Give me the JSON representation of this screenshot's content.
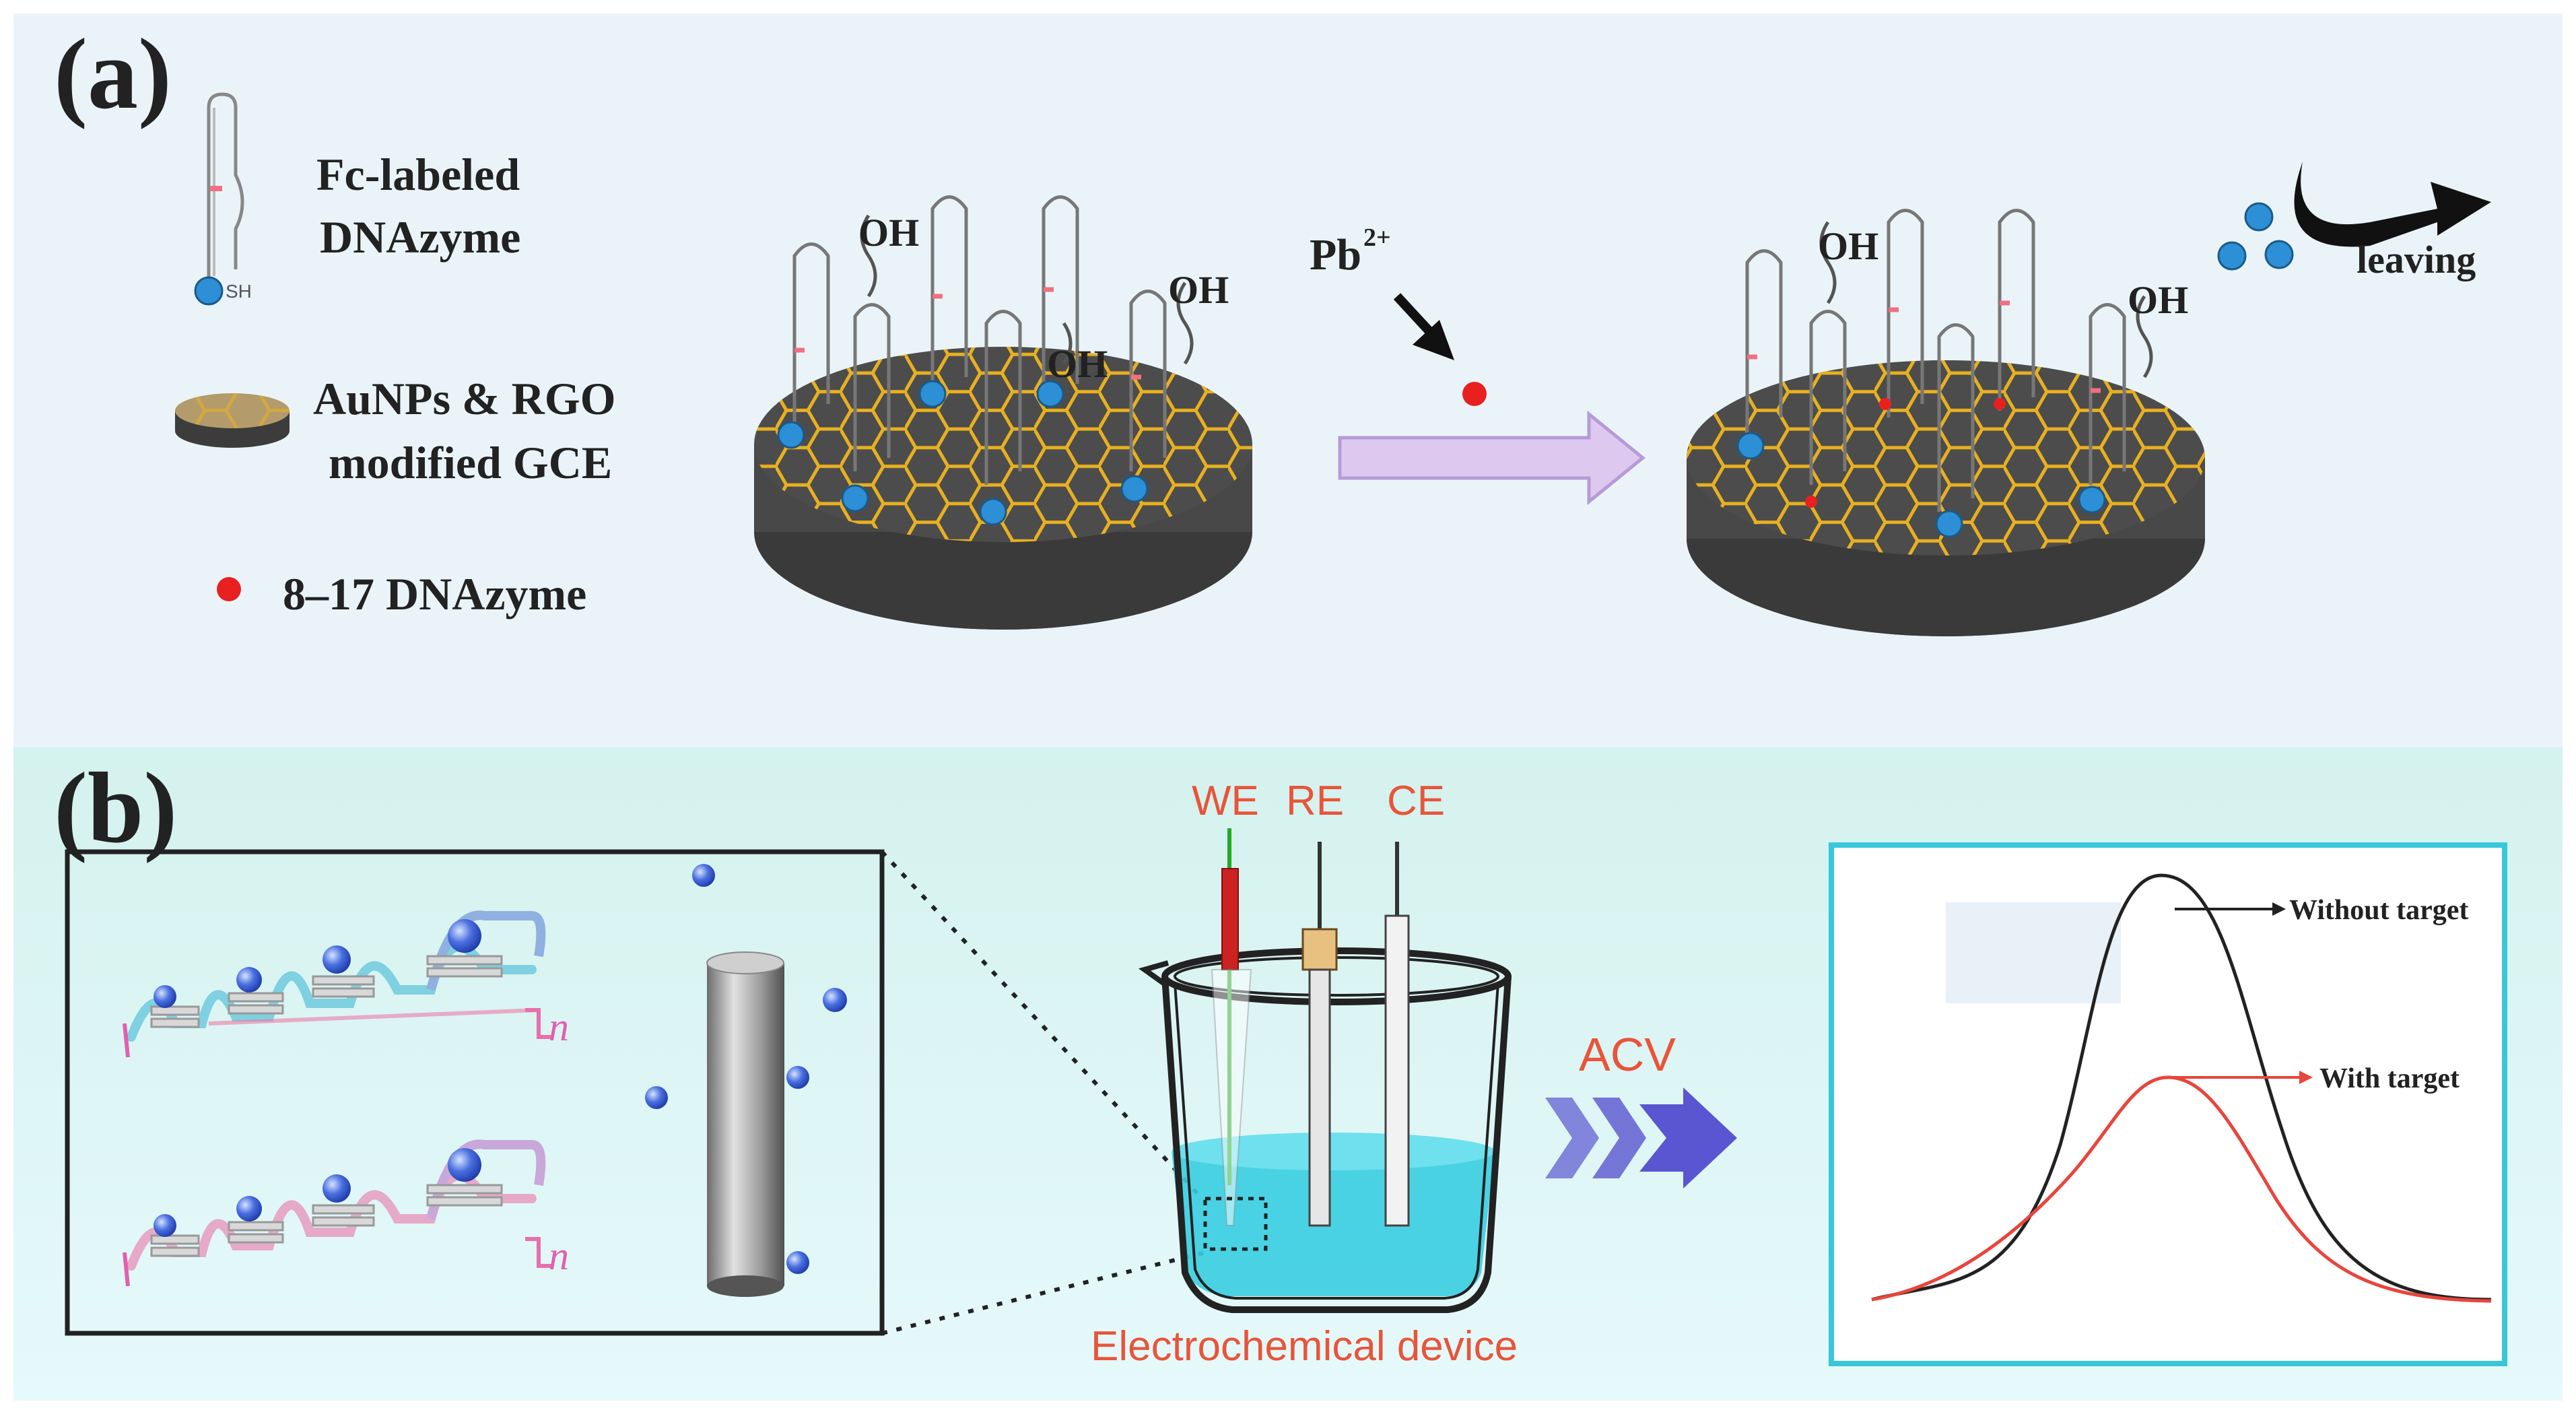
{
  "panel_a": {
    "tag": "(a)",
    "legend": {
      "item1_line1": "Fc-labeled",
      "item1_line2": "DNAzyme",
      "item1_sh": "SH",
      "item2_line1": "AuNPs & RGO",
      "item2_line2": "modified GCE",
      "item3": "8–17 DNAzyme"
    },
    "oh": "OH",
    "ion_base": "Pb",
    "ion_charge": "2+",
    "leaving": "leaving"
  },
  "panel_b": {
    "tag": "(b)",
    "subscript_n": "n",
    "electrode_labels": [
      "WE",
      "RE",
      "CE"
    ],
    "device_label": "Electrochemical device",
    "method": "ACV",
    "curve_without": "Without target",
    "curve_with": "With target"
  },
  "colors": {
    "panel_a_bg": "#eaf4f8",
    "panel_b_bg": "#d9f4f4",
    "graphene": "#e8b021",
    "electrode": "#4a4a4a",
    "probe": "#2d8fd5",
    "pb_ion": "#e82020",
    "arrow_fill": "#ddc9ef",
    "arrow_stroke": "#b79ad8",
    "acv_arrow": "#5a55d0",
    "curve_black": "#222222",
    "curve_red": "#e8453c",
    "plot_border": "#38c7d8",
    "solution": "#38cde0"
  }
}
